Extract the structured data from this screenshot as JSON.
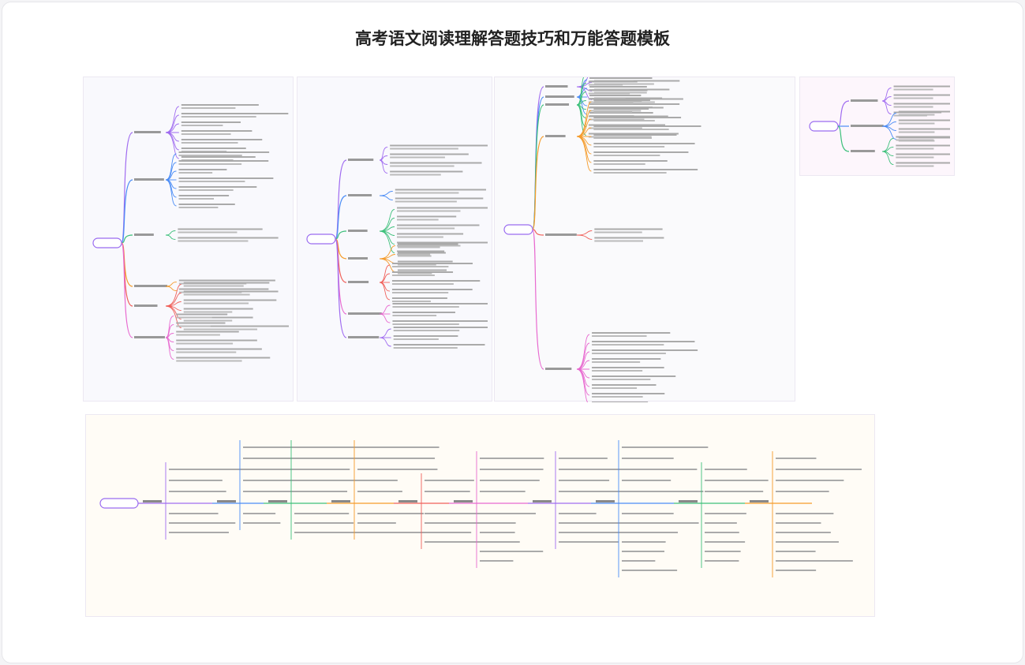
{
  "page": {
    "title": "高考语文阅读理解答题技巧和万能答题模板"
  },
  "panels": [
    {
      "id": "mindmap-1",
      "background": "#f9f9fd"
    },
    {
      "id": "mindmap-2",
      "background": "#f9f9fd"
    },
    {
      "id": "mindmap-3",
      "background": "#fafafc"
    },
    {
      "id": "mindmap-4",
      "background": "#fdf6fc"
    },
    {
      "id": "mindmap-5",
      "background": "#fffcf6"
    }
  ],
  "branch_colors": [
    "#a06cf0",
    "#4a8cf6",
    "#3cc07a",
    "#f59b2a",
    "#f0605a",
    "#e86ad0"
  ]
}
